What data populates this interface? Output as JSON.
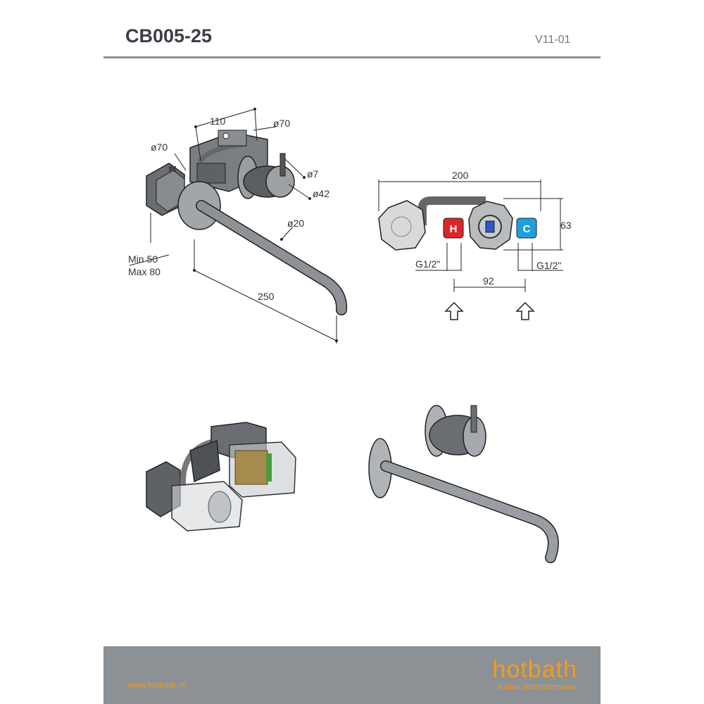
{
  "header": {
    "title": "CB005-25",
    "version": "V11-01"
  },
  "dimensions_side": {
    "width_110": "110",
    "dia_70_top": "ø70",
    "dia_70_left": "ø70",
    "dia_7": "ø7",
    "dia_42": "ø42",
    "dia_20": "ø20",
    "min": "Min 50",
    "max": "Max 80",
    "length_250": "250"
  },
  "dimensions_top": {
    "width_200": "200",
    "height_63": "63",
    "thread_left": "G1/2\"",
    "thread_right": "G1/2\"",
    "spacing_92": "92",
    "hot_label": "H",
    "cold_label": "C"
  },
  "colors": {
    "hot": "#d9262a",
    "cold": "#1ea0dc",
    "accent": "#f39a1e",
    "footer": "#8c9196"
  },
  "footer": {
    "url": "www.hotbath.nl",
    "brand": "hotbath",
    "tagline": "Italian bathroomware"
  }
}
